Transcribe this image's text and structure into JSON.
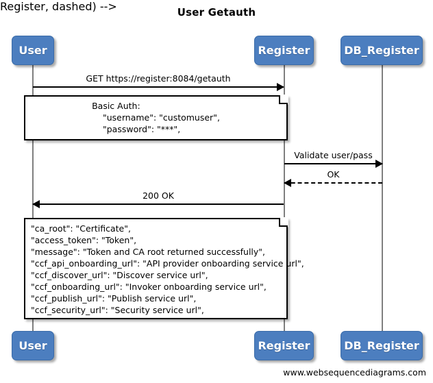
{
  "title": "User Getauth",
  "footer": "www.websequencediagrams.com",
  "diagram": {
    "type": "sequence",
    "participants": [
      {
        "id": "user",
        "label": "User"
      },
      {
        "id": "register",
        "label": "Register"
      },
      {
        "id": "db_register",
        "label": "DB_Register"
      }
    ],
    "colors": {
      "participant_fill": "#4c7ebf",
      "participant_border": "#3a6ba8",
      "participant_text": "#ffffff",
      "lifeline": "#7f7f7f",
      "message_line": "#000000",
      "note_fill": "#ffffff",
      "note_border": "#000000",
      "background": "#ffffff"
    },
    "messages": [
      {
        "id": "msg-get-auth",
        "label": "GET https://register:8084/getauth",
        "from": "user",
        "to": "register",
        "direction": "right",
        "style": "solid"
      },
      {
        "id": "msg-validate",
        "label": "Validate user/pass",
        "from": "register",
        "to": "db_register",
        "direction": "right",
        "style": "solid"
      },
      {
        "id": "msg-ok",
        "label": "OK",
        "from": "db_register",
        "to": "register",
        "direction": "left",
        "style": "dashed"
      },
      {
        "id": "msg-200-ok",
        "label": "200 OK",
        "from": "register",
        "to": "user",
        "direction": "left",
        "style": "solid"
      }
    ],
    "notes": [
      {
        "id": "note-basic-auth",
        "align": "centered",
        "lines": [
          "Basic Auth:",
          "    \"username\": \"customuser\",",
          "    \"password\": \"***\","
        ]
      },
      {
        "id": "note-response-payload",
        "align": "left",
        "lines": [
          "\"ca_root\": \"Certificate\",",
          "\"access_token\": \"Token\",",
          "\"message\": \"Token and CA root returned successfully\",",
          "\"ccf_api_onboarding_url\": \"API provider onboarding service url\",",
          "\"ccf_discover_url\": \"Discover service url\",",
          "\"ccf_onboarding_url\": \"Invoker onboarding service url\",",
          "\"ccf_publish_url\": \"Publish service url\",",
          "\"ccf_security_url\": \"Security service url\","
        ]
      }
    ]
  }
}
